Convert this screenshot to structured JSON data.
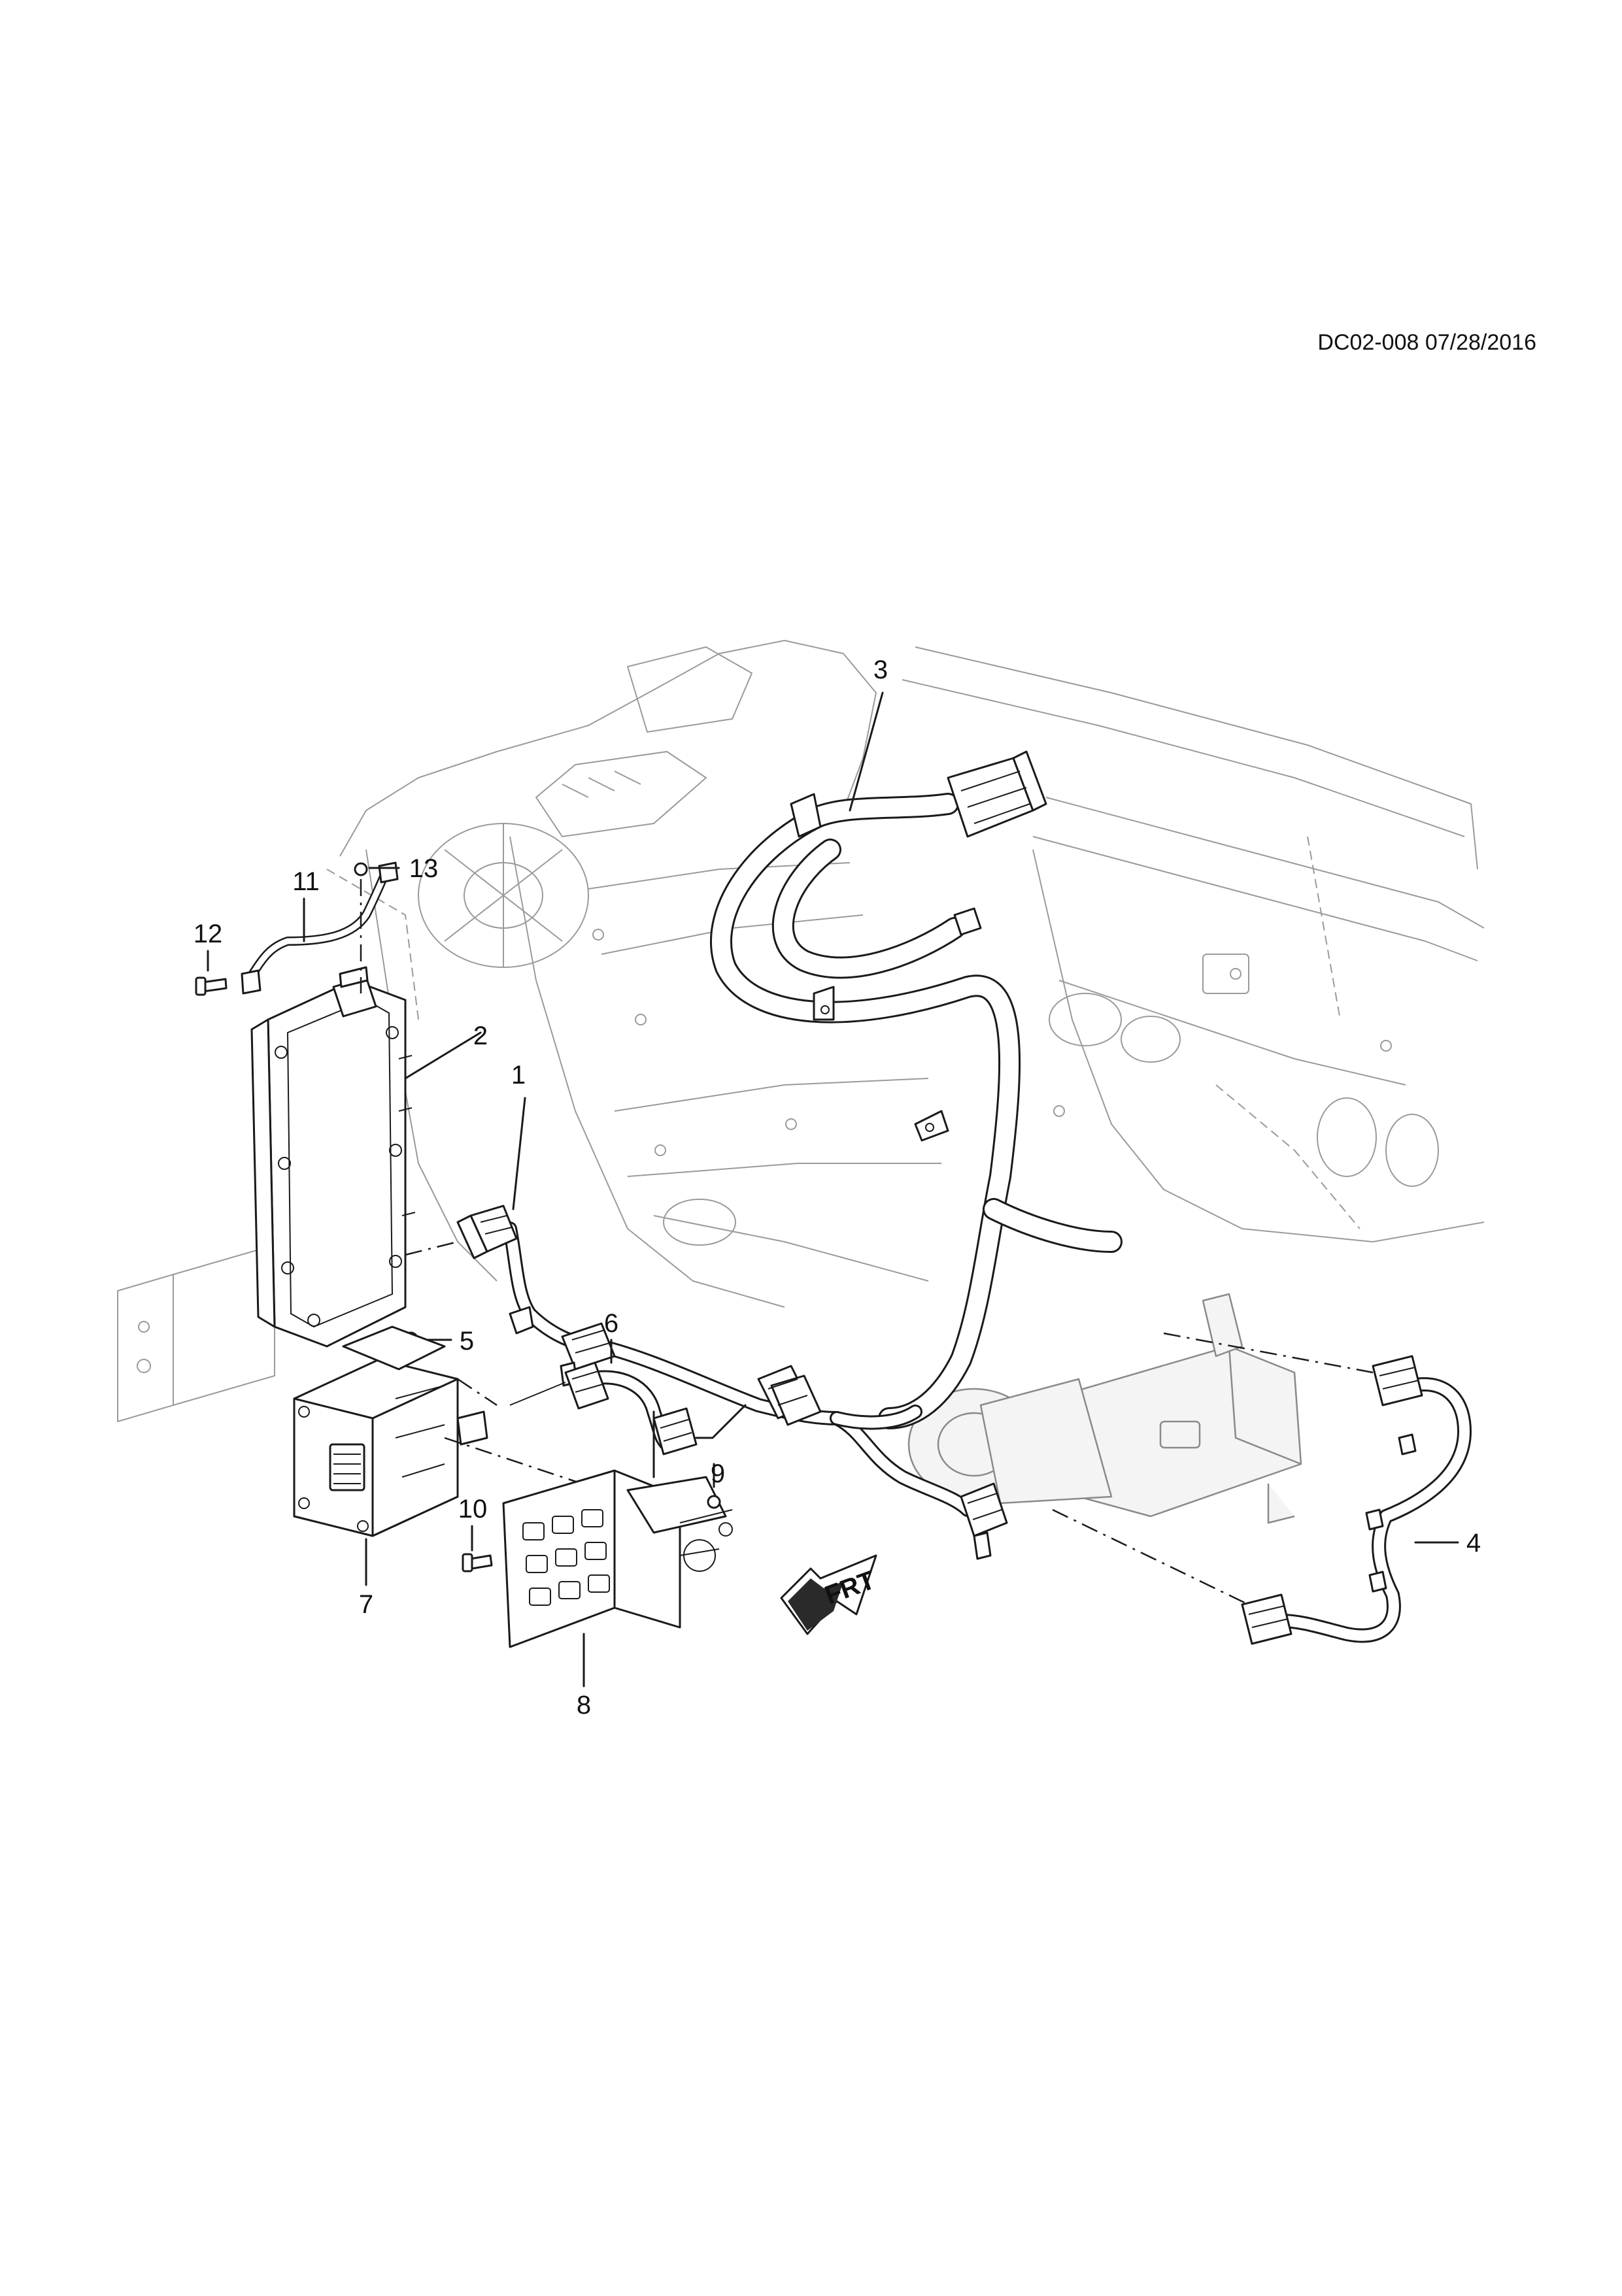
{
  "document": {
    "code": "DC02-008 07/28/2016"
  },
  "callouts": [
    {
      "id": "1",
      "text": "1"
    },
    {
      "id": "2",
      "text": "2"
    },
    {
      "id": "3",
      "text": "3"
    },
    {
      "id": "4",
      "text": "4"
    },
    {
      "id": "5",
      "text": "5"
    },
    {
      "id": "6",
      "text": "6"
    },
    {
      "id": "7",
      "text": "7"
    },
    {
      "id": "8",
      "text": "8"
    },
    {
      "id": "9",
      "text": "9"
    },
    {
      "id": "10",
      "text": "10"
    },
    {
      "id": "11",
      "text": "11"
    },
    {
      "id": "12",
      "text": "12"
    },
    {
      "id": "13",
      "text": "13"
    }
  ],
  "direction_arrow": {
    "text": "FRT"
  }
}
